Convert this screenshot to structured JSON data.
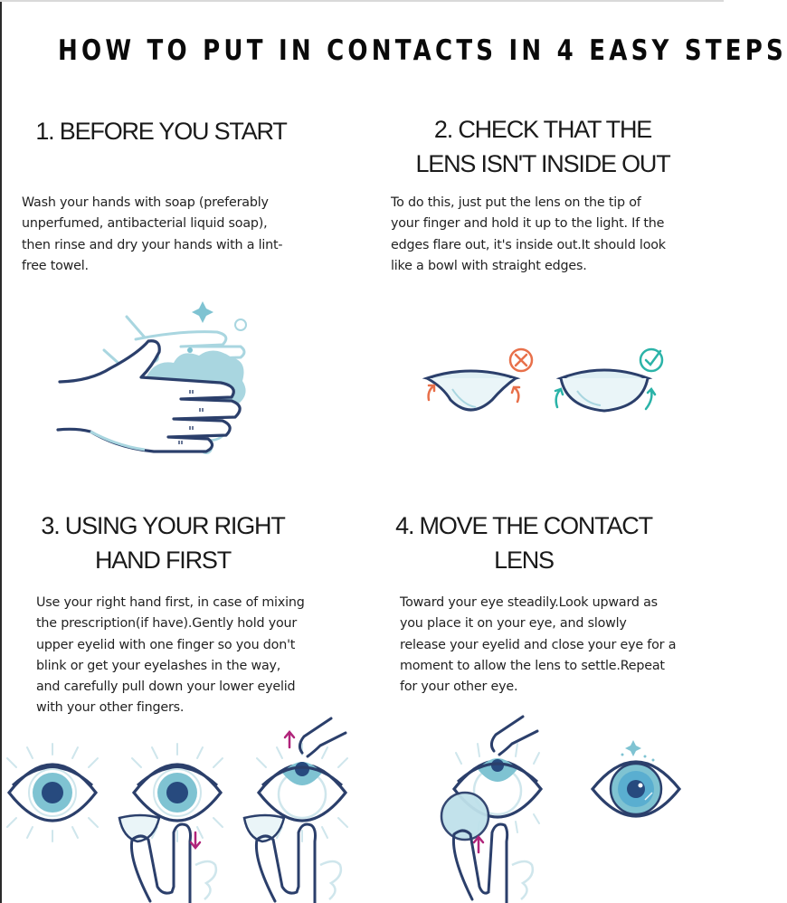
{
  "header": {
    "title": "HOW TO PUT IN CONTACTS IN 4 EASY STEPS"
  },
  "steps": [
    {
      "number": 1,
      "title_lines": [
        "1. BEFORE YOU START"
      ],
      "body_lines": [
        "Wash your hands with soap (preferably",
        "unperfumed, antibacterial liquid soap),",
        "then rinse and dry your hands with a lint-",
        "free towel."
      ],
      "illustration": "hand-washing-with-soap-icon"
    },
    {
      "number": 2,
      "title_lines": [
        "2. CHECK THAT THE",
        "LENS ISN'T INSIDE OUT"
      ],
      "body_lines": [
        "To do this, just put the lens on the tip of",
        "your finger and hold it up to the light. If the",
        "edges flare out, it's inside out.It should look",
        "like a bowl with straight edges."
      ],
      "illustration": "lens-inside-out-vs-correct-icon",
      "markers": {
        "wrong": "x-circle-icon",
        "right": "check-circle-icon"
      }
    },
    {
      "number": 3,
      "title_lines": [
        "3. USING YOUR RIGHT",
        "HAND FIRST"
      ],
      "body_lines": [
        "Use your right hand first, in case of mixing",
        "the prescription(if have).Gently hold your",
        "upper eyelid with one finger so you don't",
        "blink or get your eyelashes in the way,",
        "and carefully pull down your lower eyelid",
        "with your other fingers."
      ],
      "illustration": "eye-eyelid-pull-sequence-icon"
    },
    {
      "number": 4,
      "title_lines": [
        "4. MOVE THE CONTACT",
        "LENS"
      ],
      "body_lines": [
        "Toward your eye steadily.Look upward as",
        "you place it on your eye, and slowly",
        "release your eyelid and close your eye for a",
        "moment to allow the lens to settle.Repeat",
        "for your other eye."
      ],
      "illustration": "lens-placement-and-clear-eye-icon"
    }
  ],
  "colors": {
    "navy_outline": "#2b3f6b",
    "light_teal": "#a9d6e0",
    "iris_teal": "#7fc3d2",
    "pupil": "#274a7e",
    "wrong_orange": "#e8704a",
    "right_teal": "#2bb3a8",
    "arrow_magenta": "#b0247a"
  }
}
